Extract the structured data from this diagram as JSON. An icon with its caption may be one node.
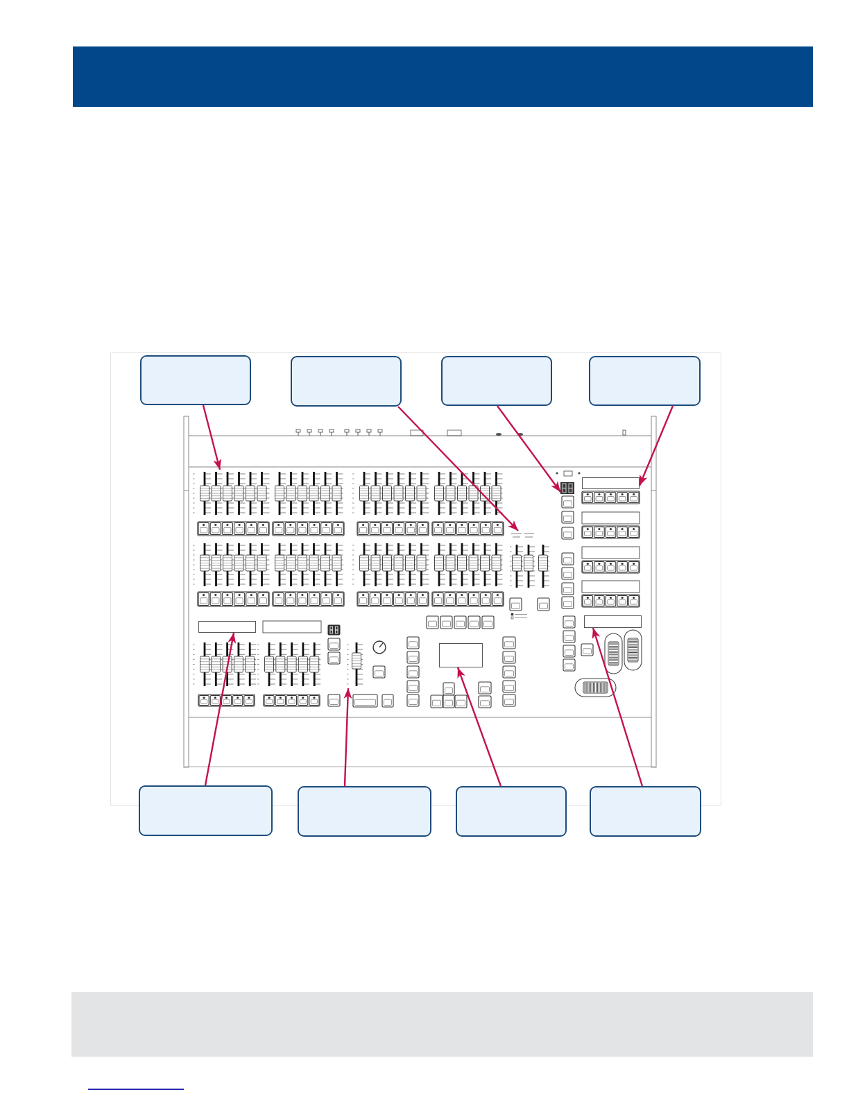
{
  "diagram": {
    "nodes": [
      {
        "text": [],
        "shape": "box"
      },
      {
        "text": [],
        "shape": "box"
      },
      {
        "text": [],
        "shape": "box"
      },
      {
        "text": [],
        "shape": "box"
      },
      {
        "text": [],
        "shape": "picture"
      },
      {
        "text": [],
        "shape": "picture"
      },
      {
        "text": [],
        "shape": "box"
      },
      {
        "text": [],
        "shape": "picture"
      },
      {
        "text": [],
        "shape": "box"
      },
      {
        "text": [],
        "shape": "picture"
      },
      {
        "text": [],
        "shape": "box"
      },
      {
        "text": [],
        "shape": "box"
      },
      {
        "text": [],
        "shape": "box"
      },
      {
        "text": [],
        "shape": "box"
      },
      {
        "text": [],
        "shape": "box"
      },
      {
        "text": [],
        "shape": "box"
      }
    ],
    "edges": [
      {
        "from": 0,
        "to": 4,
        "arrow": "to"
      },
      {
        "from": 1,
        "to": 7,
        "arrow": "to"
      },
      {
        "from": 2,
        "to": 5,
        "arrow": "to"
      },
      {
        "from": 3,
        "to": 6,
        "arrow": "to"
      },
      {
        "from": 12,
        "to": 8,
        "arrow": "to"
      },
      {
        "from": 13,
        "to": 9,
        "arrow": "to"
      },
      {
        "from": 14,
        "to": 10,
        "arrow": "to"
      },
      {
        "from": 15,
        "to": 11,
        "arrow": "to"
      }
    ]
  }
}
